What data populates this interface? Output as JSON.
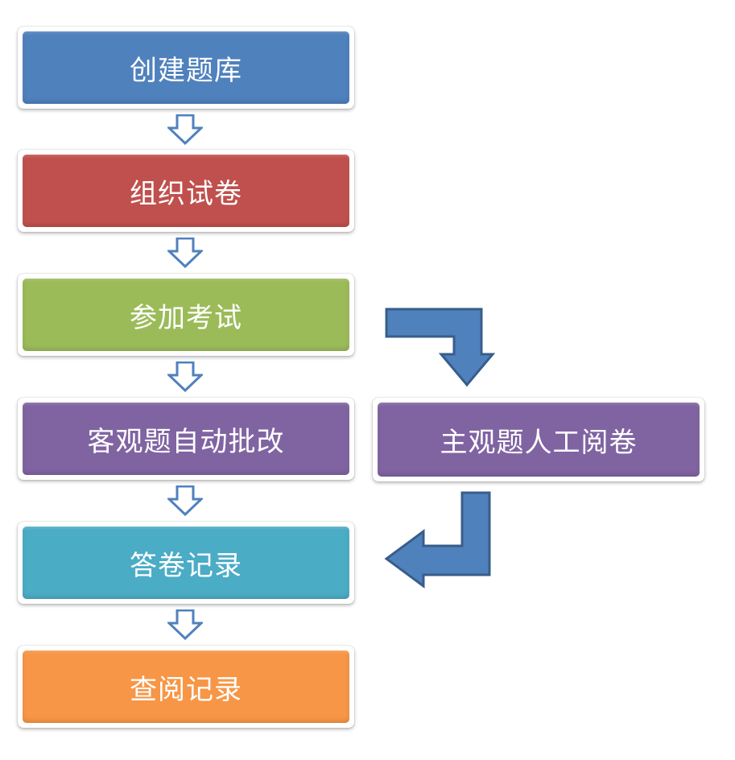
{
  "steps": [
    {
      "label": "创建题库",
      "color": "#4f81bd"
    },
    {
      "label": "组织试卷",
      "color": "#c0504d"
    },
    {
      "label": "参加考试",
      "color": "#9bbb59"
    },
    {
      "label": "客观题自动批改",
      "color": "#8064a2"
    },
    {
      "label": "答卷记录",
      "color": "#4bacc6"
    },
    {
      "label": "查阅记录",
      "color": "#f79646"
    }
  ],
  "side_step": {
    "label": "主观题人工阅卷",
    "color": "#8064a2"
  },
  "arrow_color": "#4f81bd",
  "arrow_stroke": "#385d8a"
}
